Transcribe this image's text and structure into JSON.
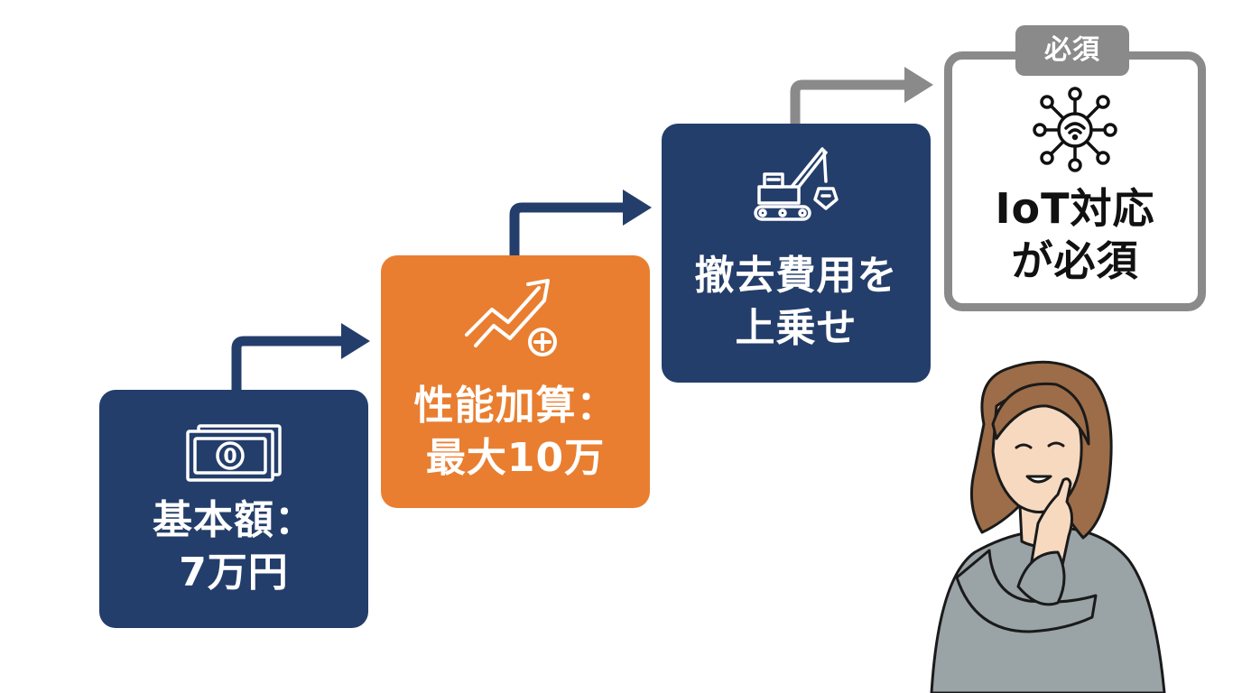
{
  "steps": [
    {
      "id": "base",
      "icon": "banknote-icon",
      "line1": "基本額：",
      "line2": "7万円",
      "color": "#243e6b"
    },
    {
      "id": "performance",
      "icon": "trend-up-plus-icon",
      "line1": "性能加算：",
      "line2": "最大10万",
      "color": "#e97e30"
    },
    {
      "id": "removal",
      "icon": "excavator-icon",
      "line1": "撤去費用を",
      "line2": "上乗せ",
      "color": "#243e6b"
    },
    {
      "id": "iot",
      "icon": "iot-network-icon",
      "badge": "必須",
      "line1": "IoT対応",
      "line2": "が必須",
      "color": "#8a8a8a"
    }
  ],
  "arrow_colors": [
    "#243e6b",
    "#243e6b",
    "#8a8a8a"
  ],
  "person": "thinking-woman-illustration"
}
